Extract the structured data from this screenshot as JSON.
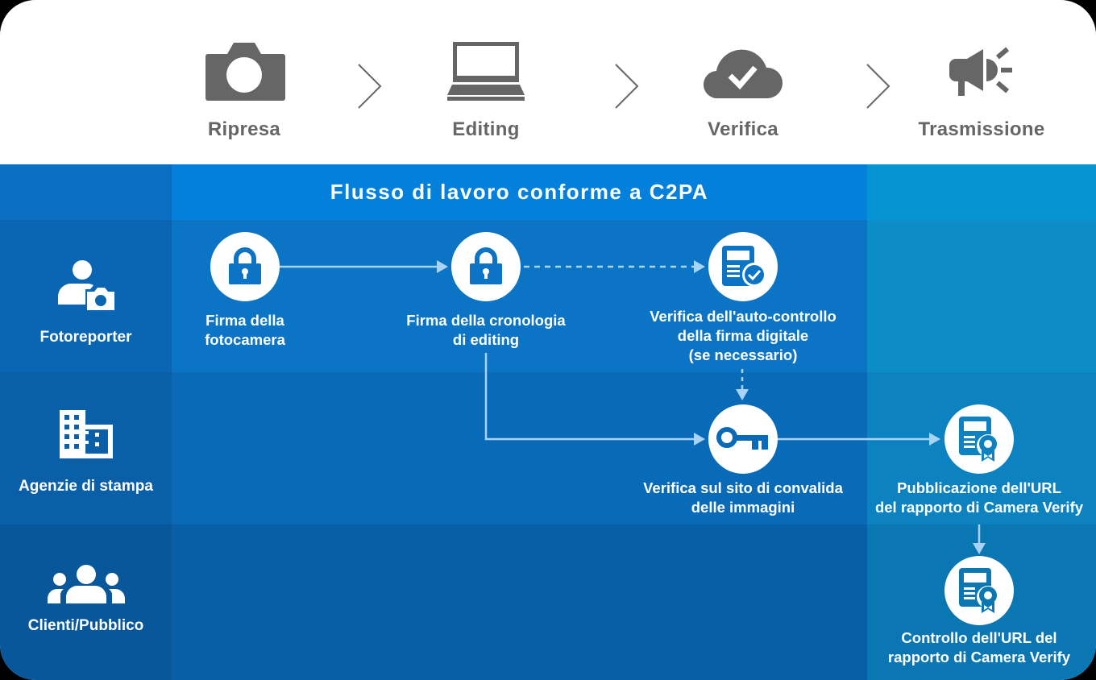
{
  "stages": [
    {
      "label": "Ripresa",
      "icon": "camera-icon"
    },
    {
      "label": "Editing",
      "icon": "laptop-icon"
    },
    {
      "label": "Verifica",
      "icon": "cloud-check-icon"
    },
    {
      "label": "Trasmissione",
      "icon": "megaphone-icon"
    }
  ],
  "header": {
    "title": "Flusso di lavoro conforme a C2PA"
  },
  "actors": [
    {
      "label": "Fotoreporter",
      "icon": "photographer-icon"
    },
    {
      "label": "Agenzie di stampa",
      "icon": "building-icon"
    },
    {
      "label": "Clienti/Pubblico",
      "icon": "group-icon"
    }
  ],
  "nodes": [
    {
      "id": "camera-signature",
      "line1": "Firma della",
      "line2": "fotocamera",
      "icon": "lock-icon"
    },
    {
      "id": "edit-history-signature",
      "line1": "Firma della cronologia",
      "line2": "di editing",
      "icon": "lock-icon"
    },
    {
      "id": "self-check",
      "line1": "Verifica dell'auto-controllo",
      "line2": "della firma digitale",
      "line3": "(se necessario)",
      "icon": "document-check-icon"
    },
    {
      "id": "validation-site",
      "line1": "Verifica sul sito di convalida",
      "line2": "delle immagini",
      "icon": "key-icon"
    },
    {
      "id": "publish-url",
      "line1": "Pubblicazione dell'URL",
      "line2": "del rapporto di Camera Verify",
      "icon": "certificate-icon"
    },
    {
      "id": "check-url",
      "line1": "Controllo dell'URL del",
      "line2": "rapporto di Camera Verify",
      "icon": "certificate-icon"
    }
  ],
  "colors": {
    "stage_gray": "#666666",
    "header_left": "#0a6fc2",
    "header_mid": "#0380dc",
    "header_right": "#0595d2",
    "row1_left": "#0a66b3",
    "row1_mid": "#0b74c4",
    "row1_right": "#0d8dc8",
    "row2_left": "#0960a9",
    "row2_mid": "#096bb8",
    "row2_right": "#0c83c0",
    "row3_left": "#08579b",
    "row3_mid": "#085fa7",
    "row3_right": "#0a76b2",
    "arrow": "#a9d2f3"
  }
}
